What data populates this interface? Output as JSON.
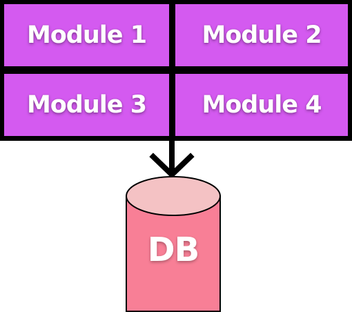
{
  "modules": [
    {
      "label": "Module 1"
    },
    {
      "label": "Module 2"
    },
    {
      "label": "Module 3"
    },
    {
      "label": "Module 4"
    }
  ],
  "database": {
    "label": "DB"
  },
  "colors": {
    "module_fill": "#d45af0",
    "grid_border": "#000000",
    "db_body": "#f87f96",
    "db_top": "#f4c2c4",
    "text": "#ffffff"
  }
}
